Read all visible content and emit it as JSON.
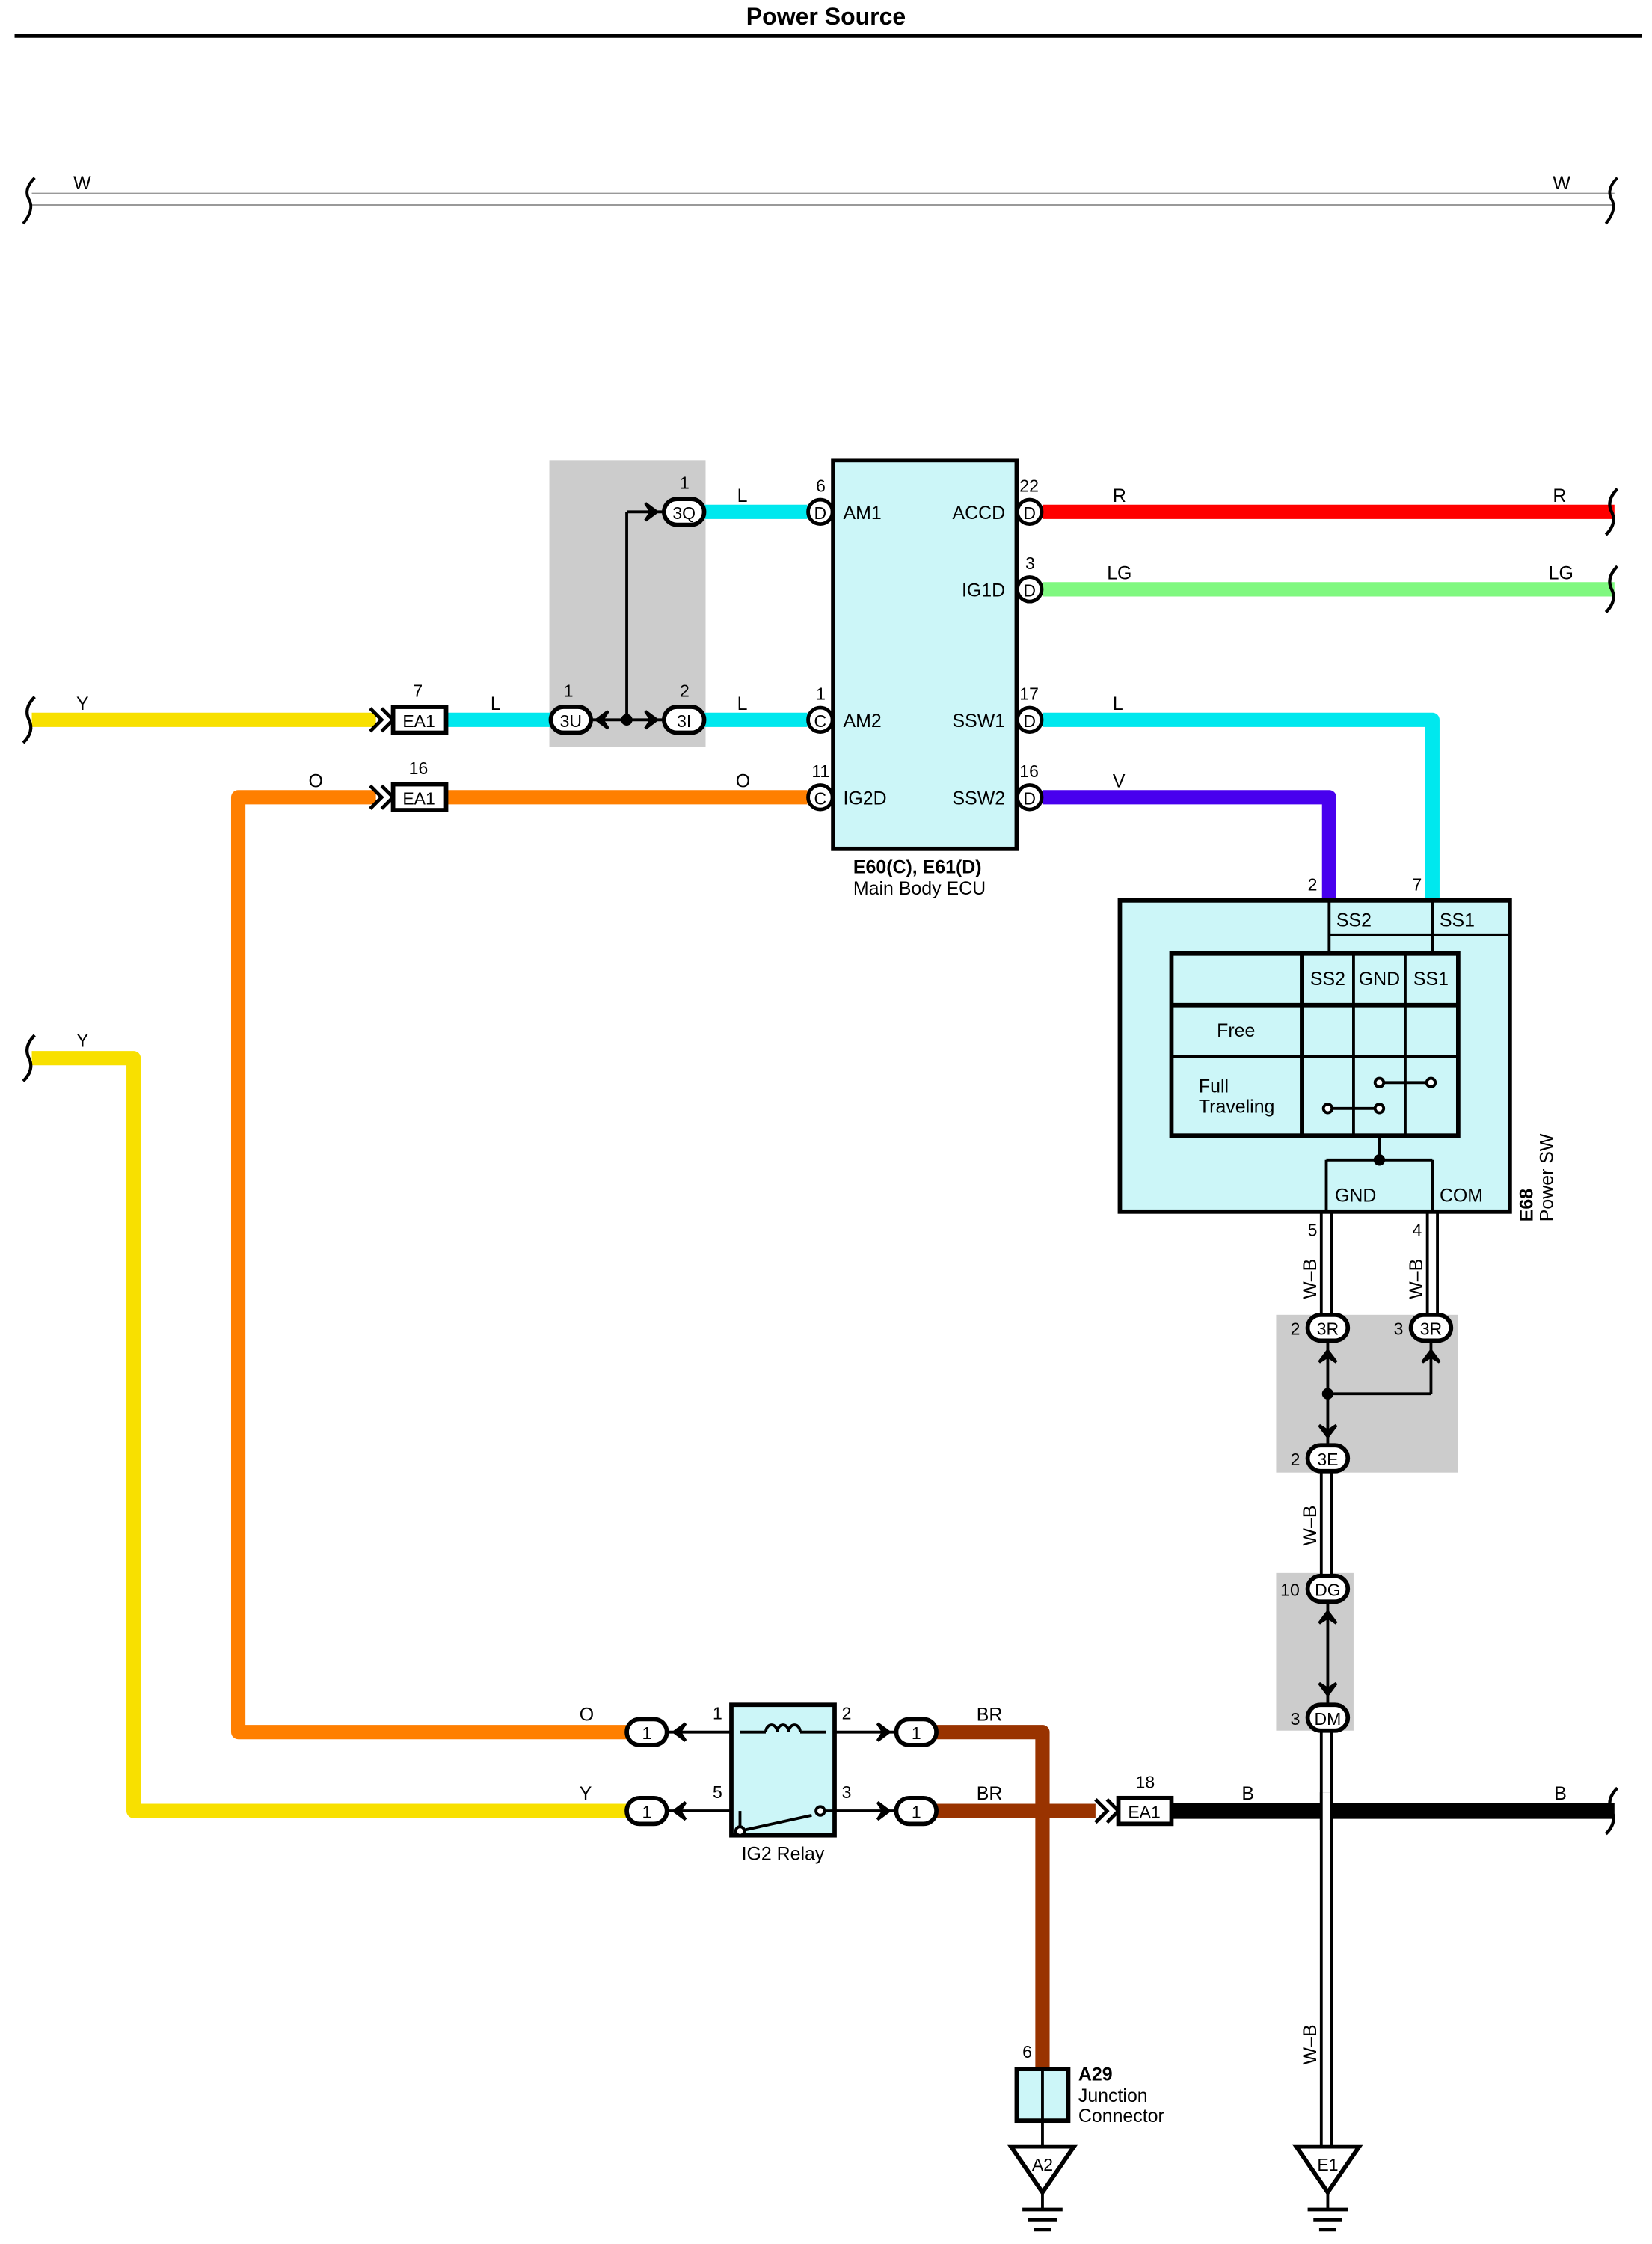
{
  "title": "Power Source",
  "colors": {
    "W": "#ffffff",
    "Y": "#f8e000",
    "L": "#00e8ee",
    "O": "#ff7f00",
    "R": "#ff0000",
    "LG": "#80f880",
    "V": "#4800ee",
    "BR": "#993300",
    "B": "#000000",
    "box_fill": "#ccf6f8",
    "splice_fill": "#cccccc"
  },
  "wires": {
    "w_left": "W",
    "w_right": "W",
    "y_top_left": "Y",
    "l_ea1_3u": "L",
    "l_3q_am1": "L",
    "l_3i_am2": "L",
    "o_top_left": "O",
    "o_top_right": "O",
    "r_left": "R",
    "r_right": "R",
    "lg_left": "LG",
    "lg_right": "LG",
    "l_ssw1": "L",
    "v_ssw2": "V",
    "y_left": "Y",
    "o_bottom": "O",
    "y_bottom": "Y",
    "br_top": "BR",
    "br_bottom": "BR",
    "b_left": "B",
    "b_right": "B",
    "wb_gnd": "W–B",
    "wb_com": "W–B",
    "wb_mid": "W–B",
    "wb_low": "W–B"
  },
  "ecu": {
    "name": "E60(C), E61(D)",
    "subtitle": "Main Body ECU",
    "pins": {
      "am1_num": "6",
      "am1_conn": "D",
      "am1_label": "AM1",
      "am2_num": "1",
      "am2_conn": "C",
      "am2_label": "AM2",
      "ig2d_num": "11",
      "ig2d_conn": "C",
      "ig2d_label": "IG2D",
      "accd_num": "22",
      "accd_conn": "D",
      "accd_label": "ACCD",
      "ig1d_num": "3",
      "ig1d_conn": "D",
      "ig1d_label": "IG1D",
      "ssw1_num": "17",
      "ssw1_conn": "D",
      "ssw1_label": "SSW1",
      "ssw2_num": "16",
      "ssw2_conn": "D",
      "ssw2_label": "SSW2"
    }
  },
  "splice_top": {
    "c3q_num": "1",
    "c3q": "3Q",
    "c3u_num": "1",
    "c3u": "3U",
    "c3i_num": "2",
    "c3i": "3I"
  },
  "ea1": {
    "label": "EA1",
    "top_num": "7",
    "mid_num": "16",
    "bottom_num": "18"
  },
  "power_sw": {
    "code": "E68",
    "name": "Power SW",
    "ss2_num": "2",
    "ss1_num": "7",
    "ss2": "SS2",
    "ss1": "SS1",
    "gnd": "GND",
    "com": "COM",
    "gnd_num": "5",
    "com_num": "4",
    "table": {
      "headers": [
        "SS2",
        "GND",
        "SS1"
      ],
      "rows": [
        "Free",
        "Full",
        "Traveling"
      ]
    }
  },
  "splice_mid": {
    "r3_left_num": "2",
    "r3_left": "3R",
    "r3_right_num": "3",
    "r3_right": "3R",
    "e3_num": "2",
    "e3": "3E"
  },
  "splice_low": {
    "dg_num": "10",
    "dg": "DG",
    "dm_num": "3",
    "dm": "DM"
  },
  "relay": {
    "name": "IG2 Relay",
    "pin1": "1",
    "pin2": "2",
    "pin3": "3",
    "pin5": "5",
    "conn": "1"
  },
  "junction": {
    "pin": "6",
    "code": "A29",
    "name1": "Junction",
    "name2": "Connector"
  },
  "grounds": {
    "left": "A2",
    "right": "E1"
  }
}
